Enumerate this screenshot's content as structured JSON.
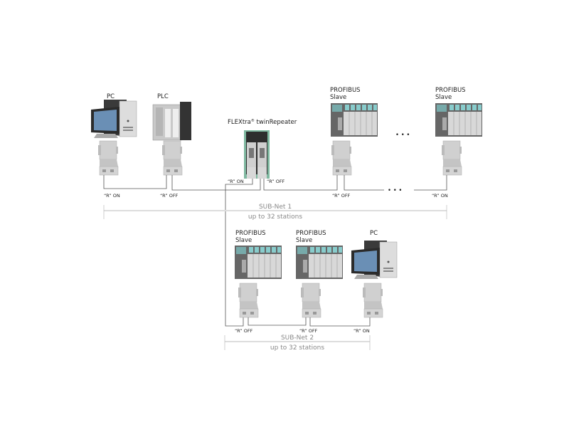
{
  "title": "PROFIBUS network with FLEXtra twinRepeater",
  "subnet1": {
    "devices": {
      "pc": "PC",
      "plc": "PLC",
      "repeater": "FLEXtra",
      "repeater_sup": "®",
      "repeater_suffix": " twinRepeater",
      "slave_a_line1": "PROFIBUS",
      "slave_a_line2": "Slave",
      "slave_b_line1": "PROFIBUS",
      "slave_b_line2": "Slave",
      "ellipsis_top": "• • •",
      "ellipsis_bus": "• • •"
    },
    "terminations": {
      "pc": "“R” ON",
      "plc": "“R” OFF",
      "repeater_left": "“R” ON",
      "repeater_right": "“R” OFF",
      "slave_a": "“R” OFF",
      "slave_b": "“R” ON"
    },
    "name": "SUB-Net 1",
    "capacity": "up to 32 stations"
  },
  "subnet2": {
    "devices": {
      "slave_a_line1": "PROFIBUS",
      "slave_a_line2": "Slave",
      "slave_b_line1": "PROFIBUS",
      "slave_b_line2": "Slave",
      "pc": "PC"
    },
    "terminations": {
      "slave_a": "“R” OFF",
      "slave_b": "“R” OFF",
      "pc": "“R” ON"
    },
    "name": "SUB-Net 2",
    "capacity": "up to 32 stations"
  },
  "colors": {
    "bus": "#555555",
    "subnet_bar": "#dddddd",
    "subnet_text": "#888888",
    "repeater_rail": "#7fb8a0"
  }
}
